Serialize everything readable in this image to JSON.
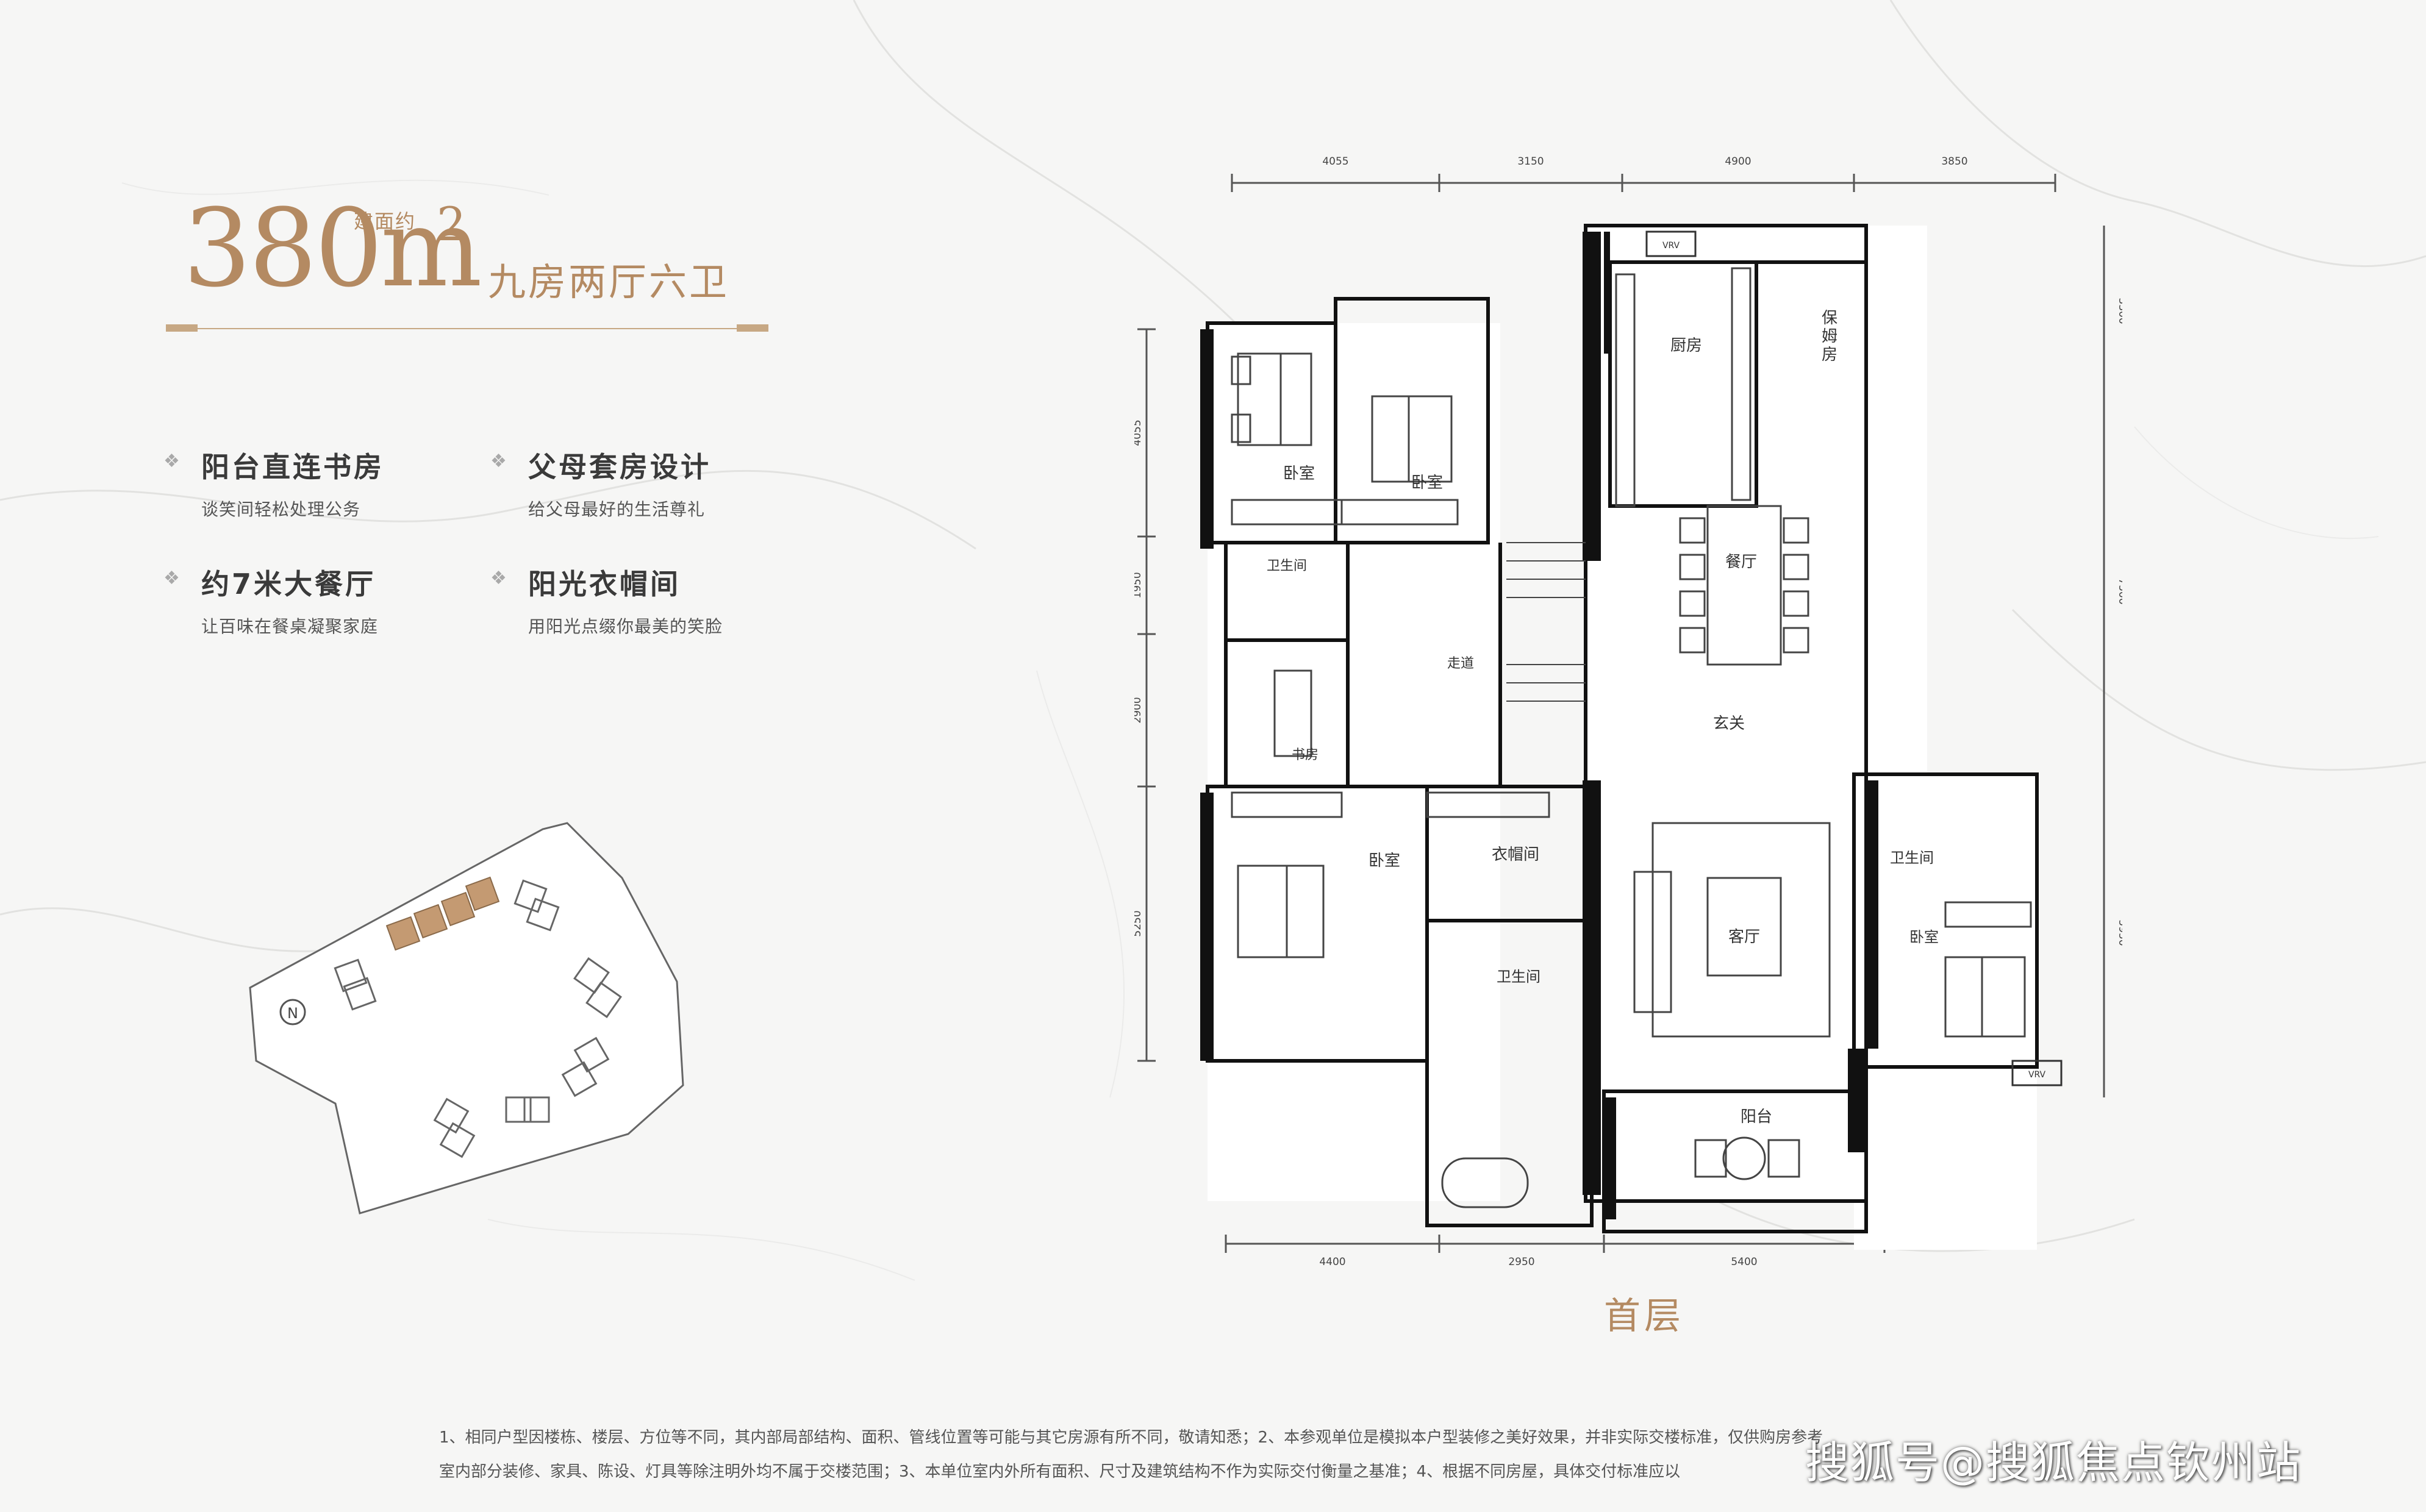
{
  "header": {
    "area_value": "380m",
    "area_superscript": "2",
    "area_prefix": "建面约",
    "layout_type": "九房两厅六卫"
  },
  "features": [
    {
      "title": "阳台直连书房",
      "subtitle": "谈笑间轻松处理公务"
    },
    {
      "title": "父母套房设计",
      "subtitle": "给父母最好的生活尊礼"
    },
    {
      "title": "约7米大餐厅",
      "subtitle": "让百味在餐桌凝聚家庭"
    },
    {
      "title": "阳光衣帽间",
      "subtitle": "用阳光点缀你最美的笑脸"
    }
  ],
  "floor_plan": {
    "floor_name": "首层",
    "rooms": {
      "bedroom_1": "卧室",
      "bedroom_2": "卧室",
      "kitchen": "厨房",
      "maid_room": "保姆房",
      "bathroom_1": "卫生间",
      "dining": "餐厅",
      "corridor": "走道",
      "study": "书房",
      "foyer": "玄关",
      "bedroom_3": "卧室",
      "cloakroom": "衣帽间",
      "bathroom_2": "卫生间",
      "living": "客厅",
      "bathroom_3": "卫生间",
      "bedroom_4": "卧室",
      "balcony": "阳台",
      "vrv_1": "VRV",
      "vrv_2": "VRV"
    },
    "dimensions": {
      "top": [
        "4055",
        "3150",
        "4900",
        "3850"
      ],
      "bottom": [
        "4400",
        "2950",
        "5400"
      ],
      "left": [
        "4055",
        "1950",
        "2900",
        "5250"
      ],
      "right": [
        "3300",
        "7500",
        "5950"
      ]
    }
  },
  "site_plan": {
    "north_label": "N"
  },
  "notes": [
    "1、相同户型因楼栋、楼层、方位等不同，其内部局部结构、面积、管线位置等可能与其它房源有所不同，敬请知悉；2、本参观单位是模拟本户型装修之美好效果，并非实际交楼标准，仅供购房参考",
    "室内部分装修、家具、陈设、灯具等除注明外均不属于交楼范围；3、本单位室内外所有面积、尺寸及建筑结构不作为实际交付衡量之基准；4、根据不同房屋，具体交付标准应以"
  ],
  "watermark": "搜狐号@搜狐焦点钦州站",
  "colors": {
    "accent_gold": "#b48a62",
    "wall_black": "#111111",
    "background": "#f6f6f5",
    "site_building": "#c49a72"
  }
}
